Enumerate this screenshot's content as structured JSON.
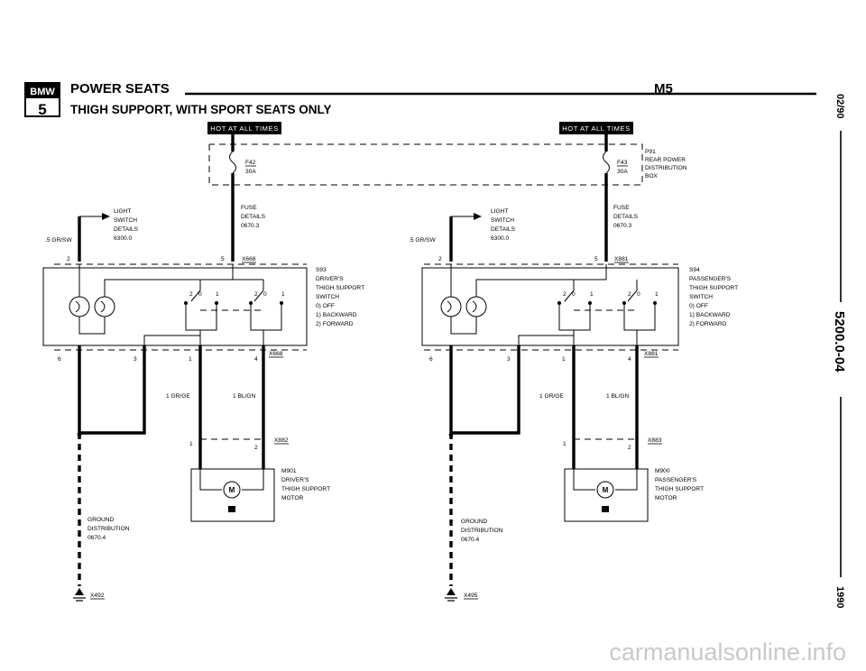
{
  "header": {
    "badge_top": "BMW",
    "badge_bottom": "5",
    "title": "POWER SEATS",
    "subtitle": "THIGH SUPPORT, WITH SPORT SEATS ONLY",
    "model": "M5"
  },
  "side_margin": {
    "date": "02/90",
    "page": "5200.0-04",
    "year": "1990"
  },
  "watermark": "carmanualsonline.info",
  "power_box": {
    "label_1": "P91",
    "label_2": "REAR POWER",
    "label_3": "DISTRIBUTION",
    "label_4": "BOX"
  },
  "driver": {
    "hot": "HOT AT ALL TIMES",
    "fuse_id": "F42",
    "fuse_amp": "30A",
    "fuse_details_1": "FUSE",
    "fuse_details_2": "DETAILS",
    "fuse_details_3": "0670.3",
    "light_1": "LIGHT",
    "light_2": "SWITCH",
    "light_3": "DETAILS",
    "light_4": "6300.0",
    "wire_gr_sw": ".5 GR/SW",
    "conn_top": "X668",
    "conn_pin_2": "2",
    "conn_pin_5": "5",
    "switch_id": "S93",
    "switch_1": "DRIVER'S",
    "switch_2": "THIGH SUPPORT",
    "switch_3": "SWITCH",
    "switch_4": "0)  OFF",
    "switch_5": "1)  BACKWARD",
    "switch_6": "2)  FORWARD",
    "pos_2a": "2",
    "pos_0a": "0",
    "pos_1a": "1",
    "pos_2b": "2",
    "pos_0b": "0",
    "pos_1b": "1",
    "pin_6": "6",
    "pin_3": "3",
    "pin_1": "1",
    "pin_4": "4",
    "conn_mid": "X668",
    "wire_1": "1 GR/GE",
    "wire_2": "1 BL/GN",
    "conn_motor": "X882",
    "motor_pin_1": "1",
    "motor_pin_2": "2",
    "motor_id": "M901",
    "motor_1": "DRIVER'S",
    "motor_2": "THIGH SUPPORT",
    "motor_3": "MOTOR",
    "motor_symbol": "M",
    "ground_1": "GROUND",
    "ground_2": "DISTRIBUTION",
    "ground_3": "0670.4",
    "ground_id": "X492"
  },
  "passenger": {
    "hot": "HOT AT ALL TIMES",
    "fuse_id": "F43",
    "fuse_amp": "30A",
    "fuse_details_1": "FUSE",
    "fuse_details_2": "DETAILS",
    "fuse_details_3": "0670.3",
    "light_1": "LIGHT",
    "light_2": "SWITCH",
    "light_3": "DETAILS",
    "light_4": "6300.0",
    "wire_gr_sw": ".5 GR/SW",
    "conn_top": "X881",
    "conn_pin_2": "2",
    "conn_pin_5": "5",
    "switch_id": "S94",
    "switch_1": "PASSENGER'S",
    "switch_2": "THIGH SUPPORT",
    "switch_3": "SWITCH",
    "switch_4": "0)  OFF",
    "switch_5": "1)  BACKWARD",
    "switch_6": "2)  FORWARD",
    "pos_2a": "2",
    "pos_0a": "0",
    "pos_1a": "1",
    "pos_2b": "2",
    "pos_0b": "0",
    "pos_1b": "1",
    "pin_6": "6",
    "pin_3": "3",
    "pin_1": "1",
    "pin_4": "4",
    "conn_mid": "X881",
    "wire_1": "1 GR/GE",
    "wire_2": "1 BL/GN",
    "conn_motor": "X883",
    "motor_pin_1": "1",
    "motor_pin_2": "2",
    "motor_id": "M900",
    "motor_1": "PASSENGER'S",
    "motor_2": "THIGH SUPPORT",
    "motor_3": "MOTOR",
    "motor_symbol": "M",
    "ground_1": "GROUND",
    "ground_2": "DISTRIBUTION",
    "ground_3": "0670.4",
    "ground_id": "X495"
  }
}
